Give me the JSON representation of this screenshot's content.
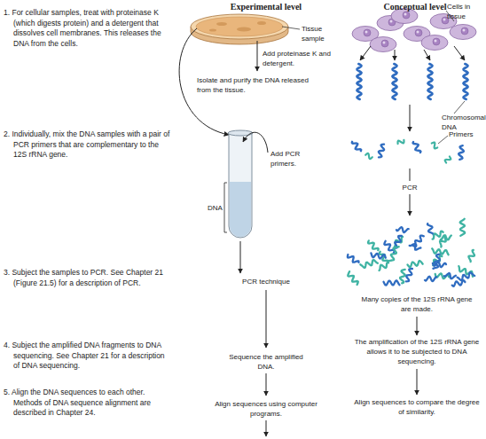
{
  "diagram": {
    "labels": [
      "1. For cellular samples, treat with proteinase K (which digests protein) and a detergent that dissolves cell membranes. This releases the DNA from the cells.",
      "2. Individually, mix the DNA samples with a pair of PCR primers that are complementary to the 12S rRNA gene.",
      "3. Subject the samples to PCR. See Chapter 21 (Figure 21.5) for a description of PCR.",
      "4. Subject the amplified DNA fragments to DNA sequencing. See Chapter 21 for a description of DNA sequencing.",
      "5. Align the DNA sequences to each other. Methods of DNA sequence alignment are described in Chapter 24.",
      "Experimental level",
      "Tissue sample",
      "Add proteinase K and detergent.",
      "Isolate and purify the DNA released from the tissue.",
      "Add PCR primers.",
      "DNA",
      "PCR technique",
      "Sequence the amplified DNA.",
      "Align sequences using computer programs.",
      "Conceptual level",
      "Cells in tissue",
      "Chromosomal DNA",
      "Primers",
      "PCR",
      "Many copies of the 12S rRNA gene are made.",
      "The amplification of the 12S rRNA gene allows it to be subjected to DNA sequencing.",
      "Align sequences to compare the degree of similarity."
    ]
  }
}
